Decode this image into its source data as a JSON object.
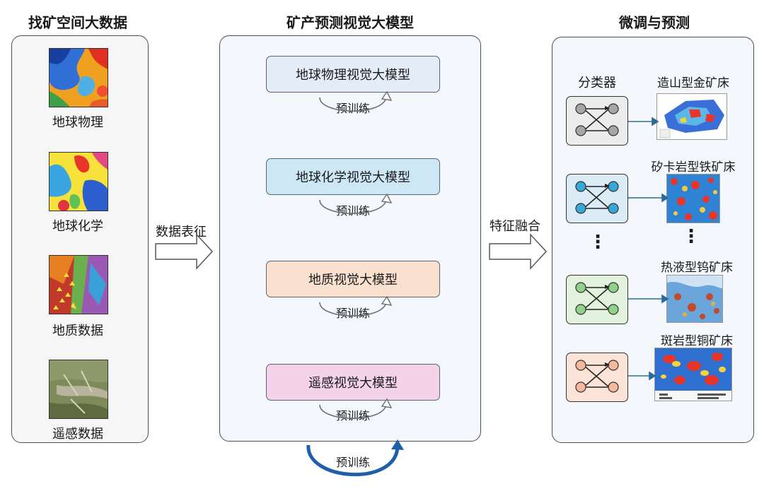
{
  "titles": {
    "left": "找矿空间大数据",
    "middle": "矿产预测视觉大模型",
    "right": "微调与预测"
  },
  "data_sources": [
    {
      "label": "地球物理"
    },
    {
      "label": "地球化学"
    },
    {
      "label": "地质数据"
    },
    {
      "label": "遥感数据"
    }
  ],
  "arrows": {
    "representation": "数据表征",
    "fusion": "特征融合"
  },
  "models": [
    {
      "label": "地球物理视觉大模型",
      "pretrain": "预训练",
      "fill": "#e3edf8"
    },
    {
      "label": "地球化学视觉大模型",
      "pretrain": "预训练",
      "fill": "#cde7f4"
    },
    {
      "label": "地质视觉大模型",
      "pretrain": "预训练",
      "fill": "#f9e0cf"
    },
    {
      "label": "遥感视觉大模型",
      "pretrain": "预训练",
      "fill": "#f3d2ea"
    }
  ],
  "bottom_pretrain": "预训练",
  "classifier_header": "分类器",
  "classifiers": [
    {
      "color": "#a6a6a6",
      "fill": "#ececec"
    },
    {
      "color": "#38a8d8",
      "fill": "#dcecf7"
    },
    {
      "color": "#8fd18a",
      "fill": "#e2f2dc"
    },
    {
      "color": "#f6b89a",
      "fill": "#fbe3d7"
    }
  ],
  "deposits": [
    {
      "label": "造山型金矿床"
    },
    {
      "label": "矽卡岩型铁矿床"
    },
    {
      "label": "热液型钨矿床"
    },
    {
      "label": "斑岩型铜矿床"
    }
  ],
  "ellipsis": "⋮",
  "colors": {
    "panel_fill": "#f4f8fc",
    "panel_border": "#4a4f56",
    "loop_arrow": "#1f5fa8"
  }
}
